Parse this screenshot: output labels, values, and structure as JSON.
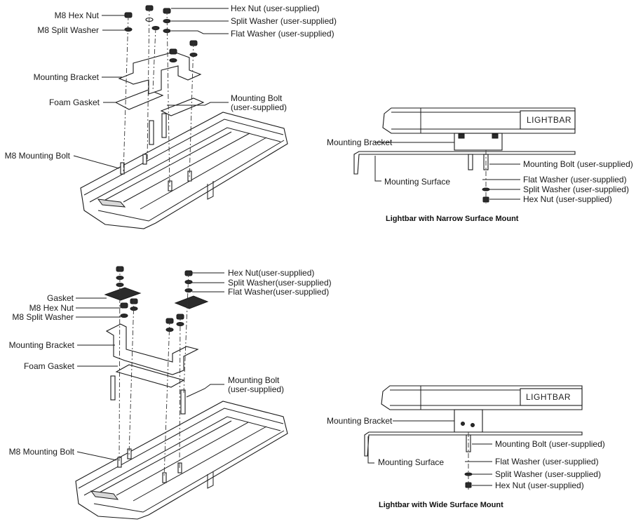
{
  "top_left": {
    "m8_hex_nut": "M8 Hex Nut",
    "m8_split_washer": "M8 Split Washer",
    "mounting_bracket": "Mounting Bracket",
    "foam_gasket": "Foam Gasket",
    "m8_mounting_bolt": "M8 Mounting Bolt",
    "hex_nut": "Hex Nut (user-supplied)",
    "split_washer": "Split Washer (user-supplied)",
    "flat_washer": "Flat Washer (user-supplied)",
    "mounting_bolt_1": "Mounting Bolt",
    "mounting_bolt_2": "(user-supplied)"
  },
  "top_right": {
    "lightbar": "LIGHTBAR",
    "mounting_bracket": "Mounting Bracket",
    "mounting_surface": "Mounting Surface",
    "mounting_bolt": "Mounting Bolt (user-supplied)",
    "flat_washer": "Flat Washer (user-supplied)",
    "split_washer": "Split Washer (user-supplied)",
    "hex_nut": "Hex Nut (user-supplied)",
    "caption": "Lightbar with Narrow Surface Mount"
  },
  "bottom_left": {
    "gasket": "Gasket",
    "m8_hex_nut": "M8 Hex Nut",
    "m8_split_washer": "M8 Split Washer",
    "mounting_bracket": "Mounting Bracket",
    "foam_gasket": "Foam Gasket",
    "m8_mounting_bolt": "M8 Mounting Bolt",
    "hex_nut": "Hex Nut(user-supplied)",
    "split_washer": "Split Washer(user-supplied)",
    "flat_washer": "Flat Washer(user-supplied)",
    "mounting_bolt_1": "Mounting Bolt",
    "mounting_bolt_2": "(user-supplied)"
  },
  "bottom_right": {
    "lightbar": "LIGHTBAR",
    "mounting_bracket": "Mounting Bracket",
    "mounting_surface": "Mounting Surface",
    "mounting_bolt": "Mounting Bolt (user-supplied)",
    "flat_washer": "Flat Washer (user-supplied)",
    "split_washer": "Split Washer (user-supplied)",
    "hex_nut": "Hex Nut (user-supplied)",
    "caption": "Lightbar with Wide Surface Mount"
  }
}
